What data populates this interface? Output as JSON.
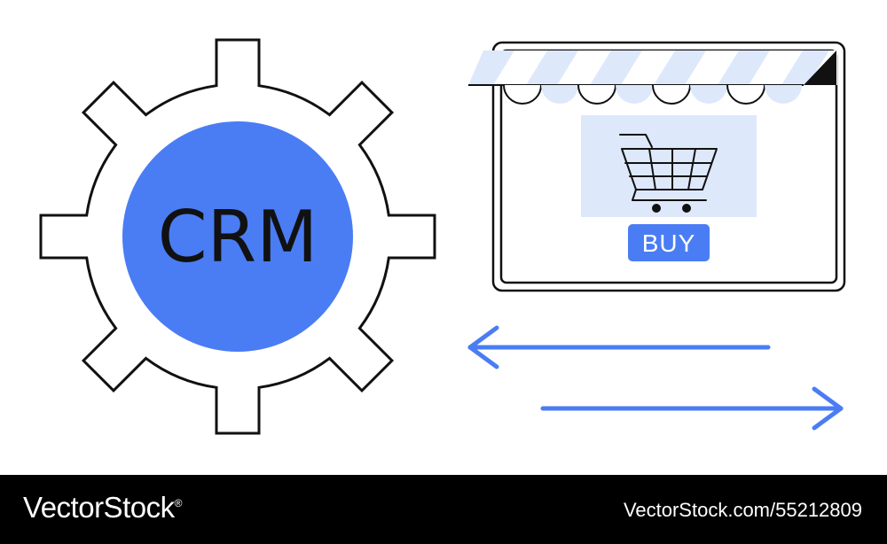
{
  "illustration": {
    "gear_label": "CRM",
    "shop_button_label": "BUY",
    "icons": [
      "gear-icon",
      "storefront-icon",
      "shopping-cart-icon",
      "arrow-left-icon",
      "arrow-right-icon"
    ],
    "colors": {
      "accent_blue": "#4a7df4",
      "light_blue": "#dde8fb",
      "outline": "#111111"
    }
  },
  "footer": {
    "brand": "VectorStock",
    "registered_mark": "®",
    "url": "VectorStock.com/55212809"
  }
}
